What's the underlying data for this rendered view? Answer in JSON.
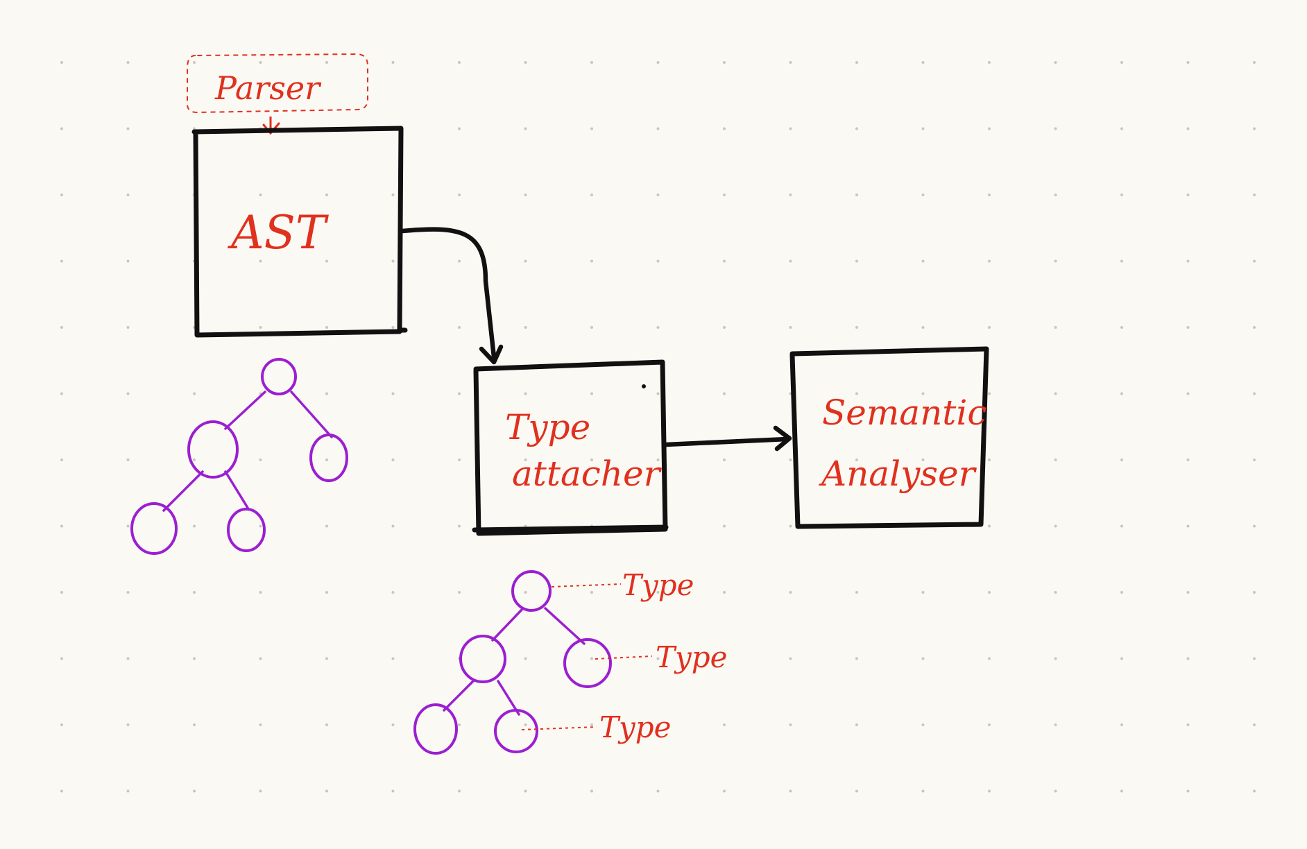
{
  "labels": {
    "parser": "Parser",
    "ast": "AST",
    "type_attacher_line1": "Type",
    "type_attacher_line2": "attacher",
    "semantic_line1": "Semantic",
    "semantic_line2": "Analyser",
    "type_annotation_1": "Type",
    "type_annotation_2": "Type",
    "type_annotation_3": "Type"
  },
  "colors": {
    "background": "#fbf9f4",
    "ink": "#111111",
    "label": "#e0301e",
    "tree": "#9b1fd1",
    "grid_dot": "#c9c6bf"
  }
}
